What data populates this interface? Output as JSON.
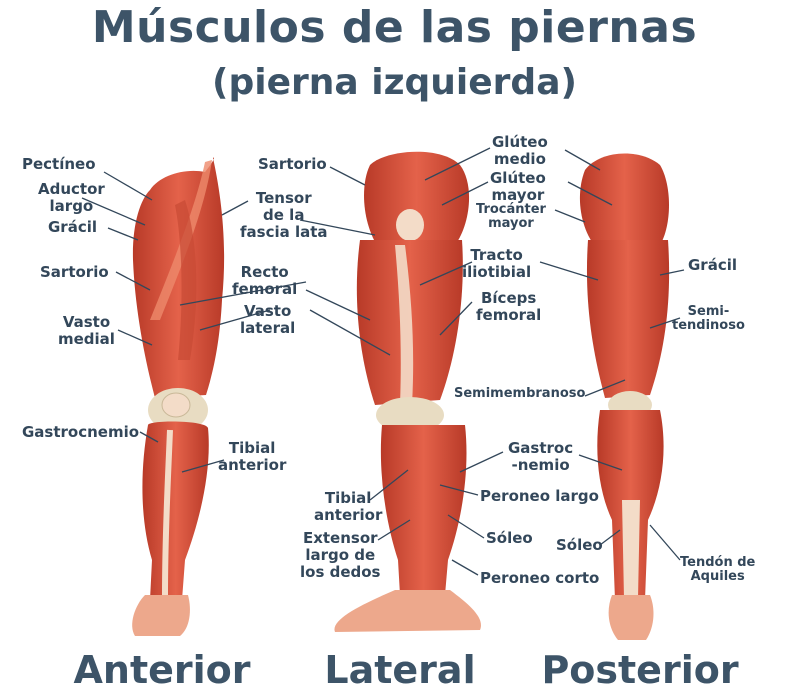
{
  "title": "Músculos de las piernas",
  "subtitle": "(pierna izquierda)",
  "colors": {
    "muscle": "#d9523c",
    "muscle_dark": "#b83a28",
    "muscle_light": "#ee8a6c",
    "tendon": "#f3dcc8",
    "bone": "#e8dcc2",
    "text": "#33475a",
    "title": "#3d5468"
  },
  "views": {
    "anterior": "Anterior",
    "lateral": "Lateral",
    "posterior": "Posterior"
  },
  "labels": {
    "pectineo": "Pectíneo",
    "aductor_largo": "Aductor\nlargo",
    "gracil_a": "Grácil",
    "sartorio_a": "Sartorio",
    "vasto_medial": "Vasto\nmedial",
    "gastrocnemio_a": "Gastrocnemio",
    "tensor": "Tensor\nde la\nfascia lata",
    "recto_femoral": "Recto\nfemoral",
    "vasto_lateral": "Vasto\nlateral",
    "tibial_anterior_a": "Tibial\nanterior",
    "sartorio_l": "Sartorio",
    "tracto": "Tracto\niliotibial",
    "biceps": "Bíceps\nfemoral",
    "tibial_anterior_l": "Tibial\nanterior",
    "extensor": "Extensor\nlargo de\nlos dedos",
    "gastroc_l": "Gastroc\n-nemio",
    "peroneo_largo": "Peroneo largo",
    "soleo_l": "Sóleo",
    "peroneo_corto": "Peroneo corto",
    "gluteo_medio": "Glúteo\nmedio",
    "gluteo_mayor": "Glúteo\nmayor",
    "trocanter": "Trocánter\nmayor",
    "gracil_p": "Grácil",
    "semitendinoso": "Semi-\ntendinoso",
    "semimembranoso": "Semimembranoso",
    "soleo_p": "Sóleo",
    "aquiles": "Tendón de\nAquiles"
  }
}
